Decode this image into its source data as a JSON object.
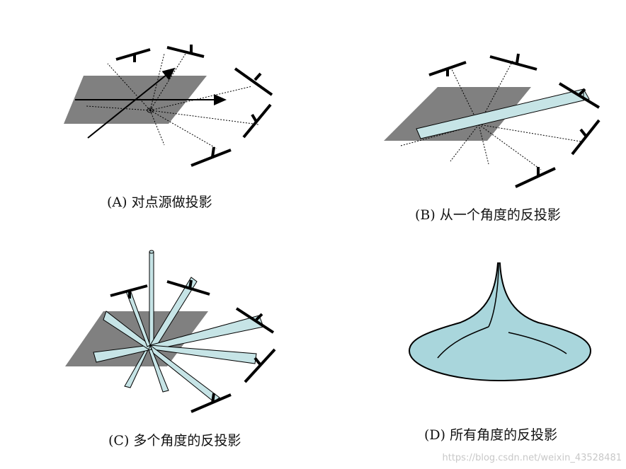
{
  "panels": [
    {
      "id": "A",
      "caption": "(A) 对点源做投影"
    },
    {
      "id": "B",
      "caption": "(B) 从一个角度的反投影"
    },
    {
      "id": "C",
      "caption": "(C) 多个角度的反投影"
    },
    {
      "id": "D",
      "caption": "(D) 所有角度的反投影"
    }
  ],
  "watermark": "https://blog.csdn.net/weixin_43528481",
  "colors": {
    "plane": "#808080",
    "backprojection_fill": "#c6e4e6",
    "surface_fill": "#a9d6dc",
    "detector": "#000000"
  }
}
